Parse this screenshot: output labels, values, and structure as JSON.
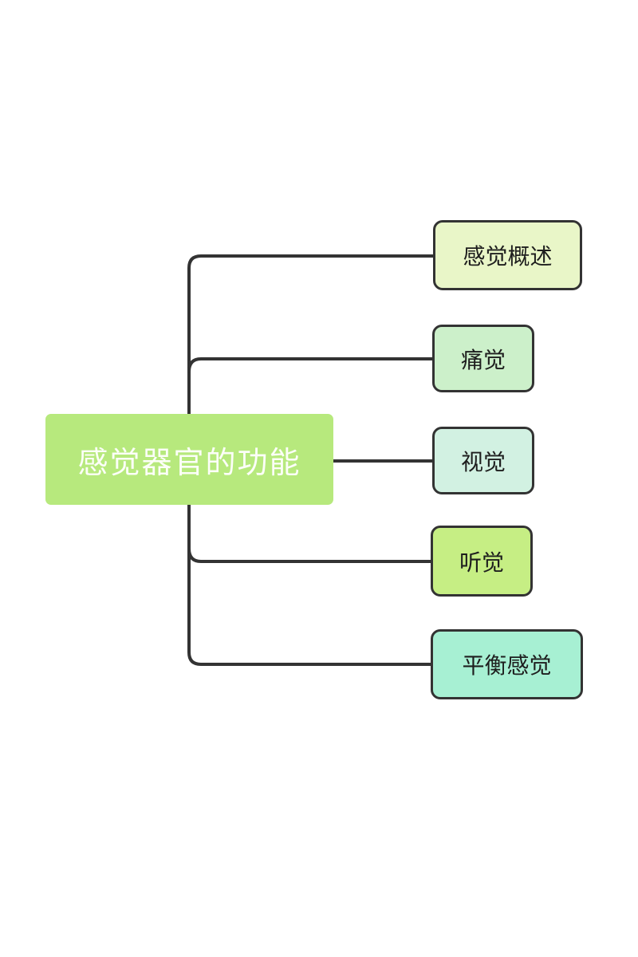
{
  "diagram": {
    "type": "mindmap",
    "background_color": "#ffffff",
    "line_color": "#333333",
    "node_border_color": "#333333",
    "root": {
      "label": "感觉器官的功能",
      "fill": "#b7e97d",
      "text_color": "#ffffff"
    },
    "children": [
      {
        "label": "感觉概述",
        "fill": "#e9f6c8"
      },
      {
        "label": "痛觉",
        "fill": "#ccf0ca"
      },
      {
        "label": "视觉",
        "fill": "#d2f1e2"
      },
      {
        "label": "听觉",
        "fill": "#c6ee84"
      },
      {
        "label": "平衡感觉",
        "fill": "#a7f0d3"
      }
    ]
  }
}
